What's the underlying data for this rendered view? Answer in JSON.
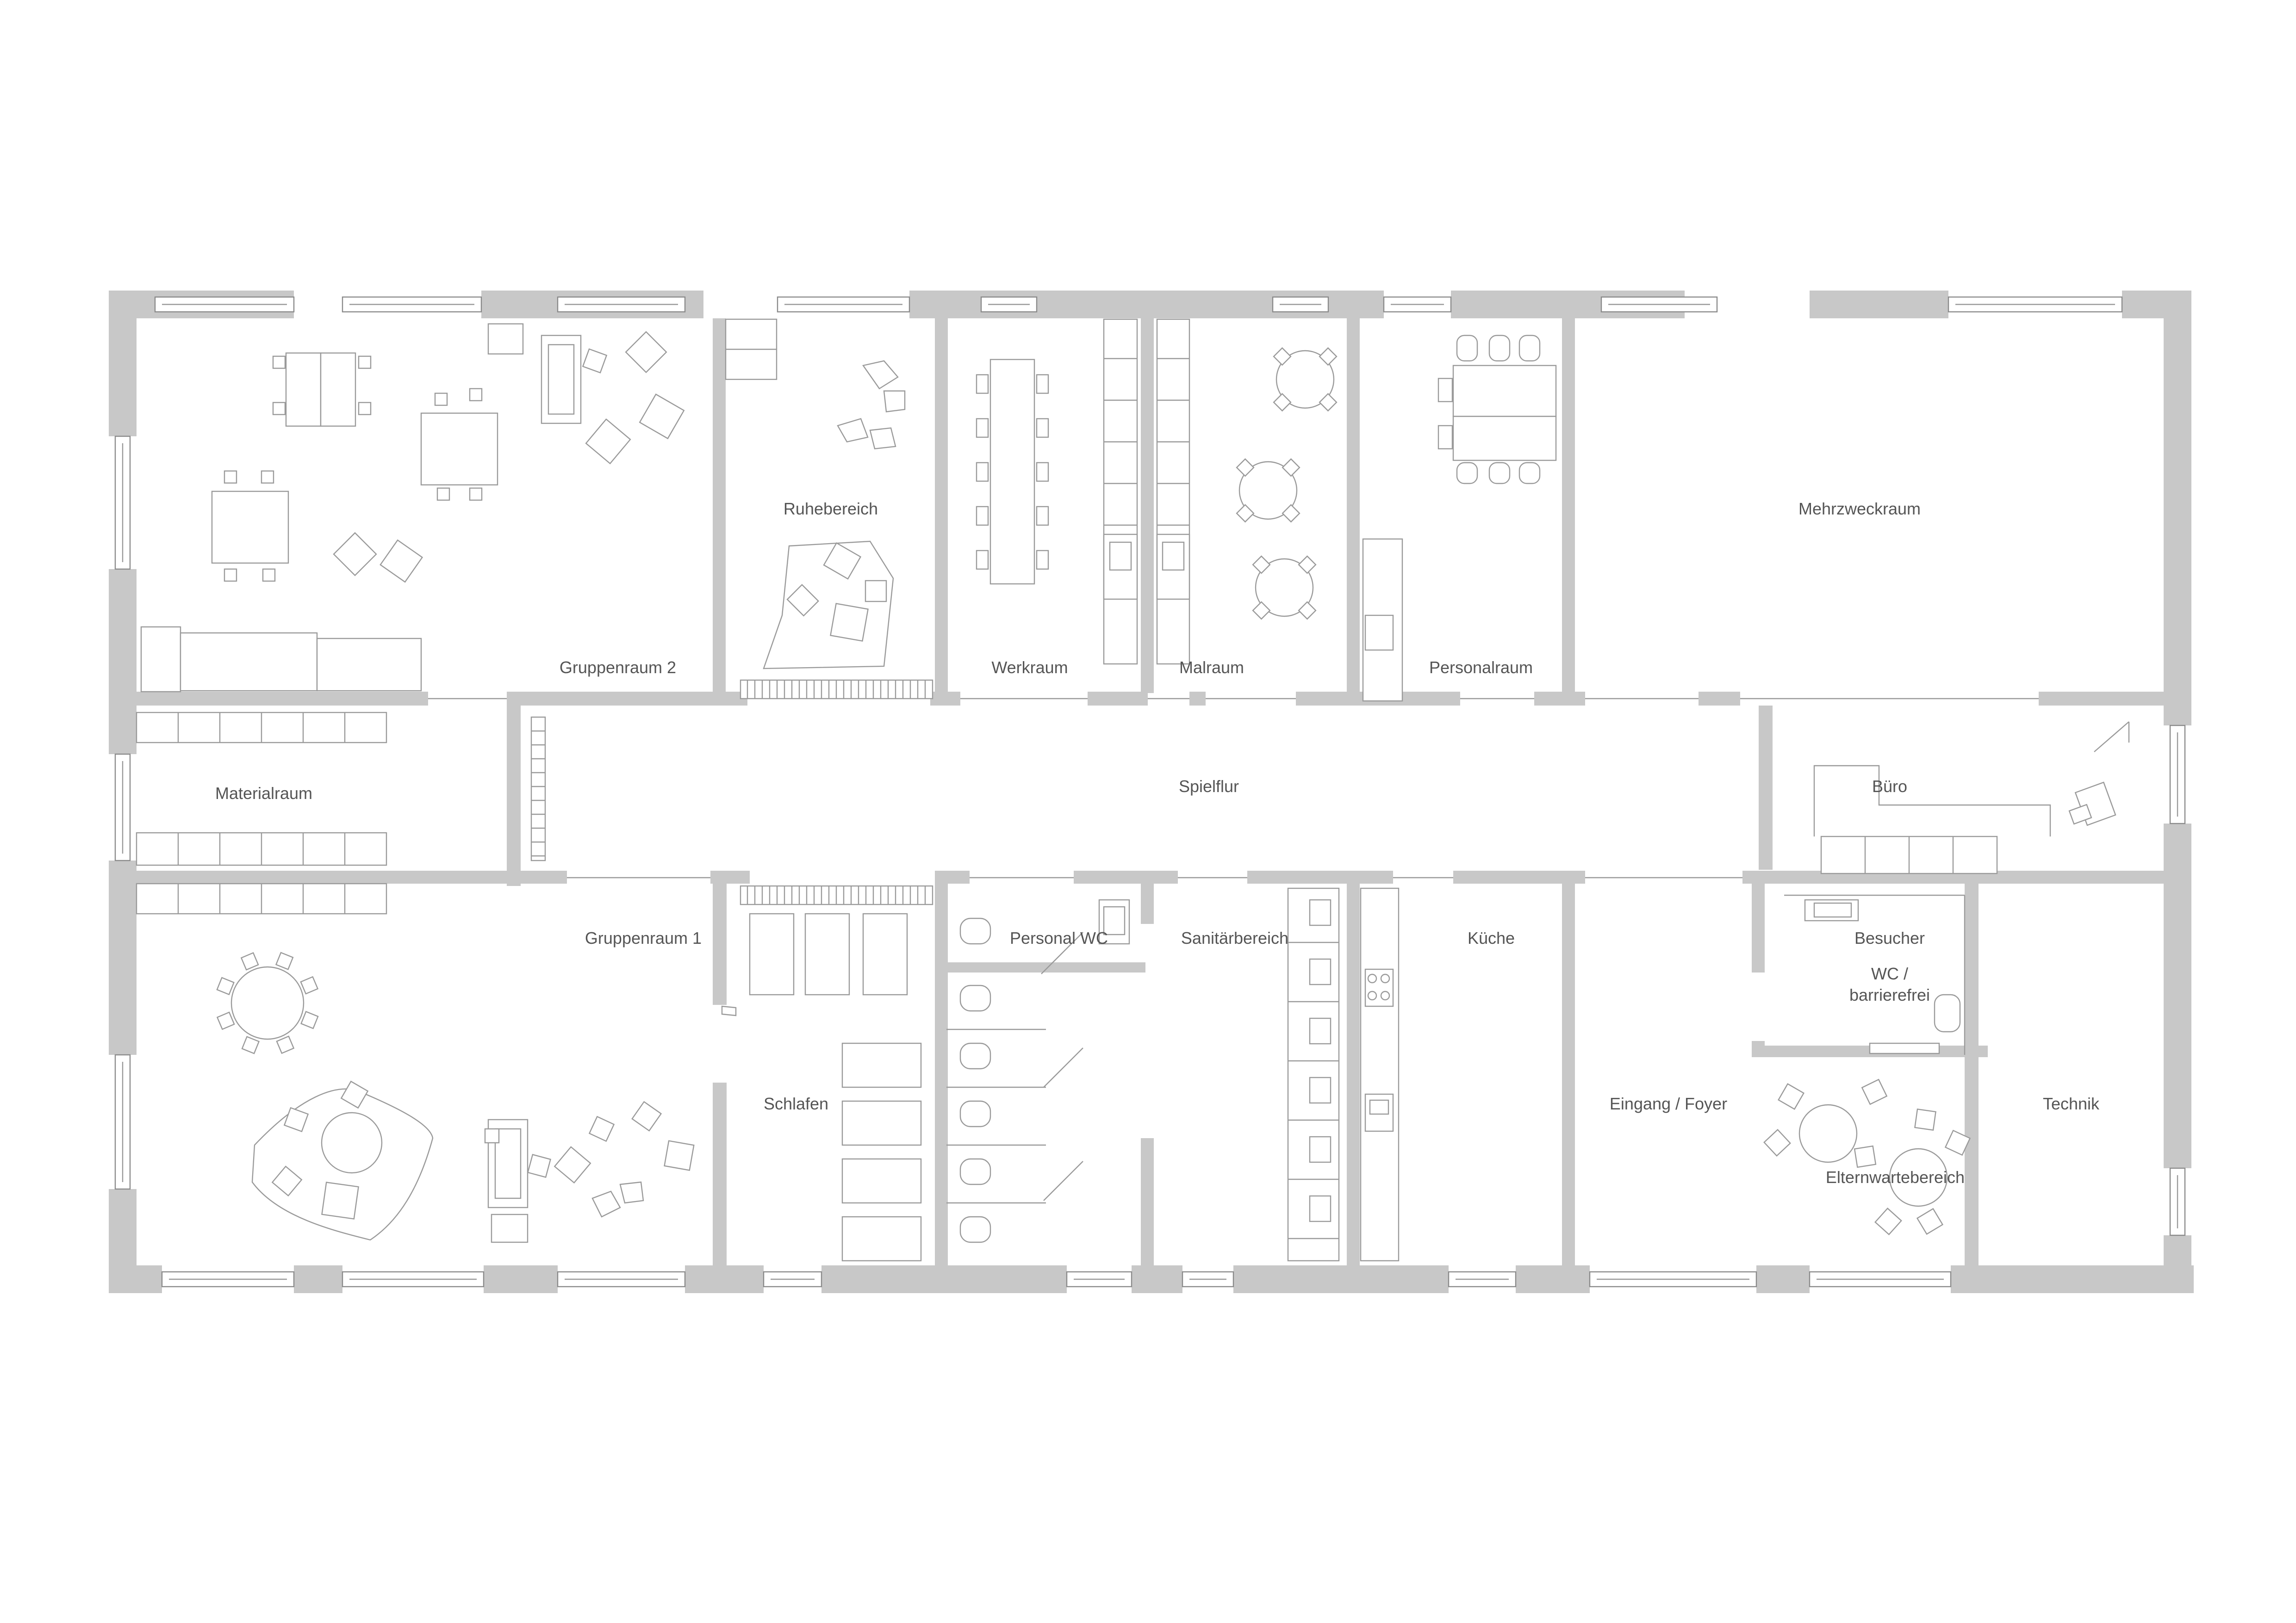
{
  "plan": {
    "colors": {
      "wall": "#c8c8c8",
      "line": "#9a9a9a",
      "text": "#555555",
      "background": "#ffffff"
    },
    "rooms": {
      "gruppenraum2": "Gruppenraum 2",
      "ruhebereich": "Ruhebereich",
      "werkraum": "Werkraum",
      "malraum": "Malraum",
      "personalraum": "Personalraum",
      "mehrzweckraum": "Mehrzweckraum",
      "materialraum": "Materialraum",
      "spielflur": "Spielflur",
      "buero": "Büro",
      "gruppenraum1": "Gruppenraum 1",
      "schlafen": "Schlafen",
      "personal_wc": "Personal WC",
      "sanitaerbereich": "Sanitärbereich",
      "kueche": "Küche",
      "besucher_wc": [
        "Besucher",
        "WC /",
        "barrierefrei"
      ],
      "eingang_foyer": "Eingang / Foyer",
      "elternwartebereich": "Elternwartebereich",
      "technik": "Technik"
    }
  }
}
